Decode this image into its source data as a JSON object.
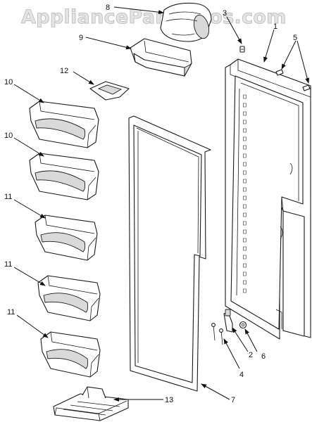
{
  "watermark": "AppliancePartsPros.com",
  "callouts": [
    {
      "id": "1",
      "text": "1"
    },
    {
      "id": "2",
      "text": "2"
    },
    {
      "id": "3",
      "text": "3"
    },
    {
      "id": "4",
      "text": "4"
    },
    {
      "id": "5",
      "text": "5"
    },
    {
      "id": "6",
      "text": "6"
    },
    {
      "id": "7",
      "text": "7"
    },
    {
      "id": "8",
      "text": "8"
    },
    {
      "id": "9",
      "text": "9"
    },
    {
      "id": "10a",
      "text": "10"
    },
    {
      "id": "10b",
      "text": "10"
    },
    {
      "id": "11a",
      "text": "11"
    },
    {
      "id": "11b",
      "text": "11"
    },
    {
      "id": "11c",
      "text": "11"
    },
    {
      "id": "12",
      "text": "12"
    },
    {
      "id": "13",
      "text": "13"
    }
  ]
}
